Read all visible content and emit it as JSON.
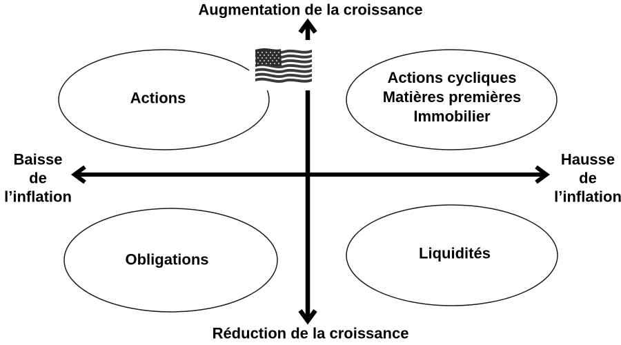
{
  "titles": {
    "top": "Augmentation de la croissance",
    "bottom": "Réduction de la croissance"
  },
  "axes": {
    "left": [
      "Baisse",
      "de",
      "l’inflation"
    ],
    "right": [
      "Hausse",
      "de",
      "l’inflation"
    ]
  },
  "quadrants": {
    "top_left": [
      "Actions"
    ],
    "top_right": [
      "Actions cycliques",
      "Matières premières",
      "Immobilier"
    ],
    "bottom_left": [
      "Obligations"
    ],
    "bottom_right": [
      "Liquidités"
    ]
  },
  "icons": {
    "flag": "us-flag-icon"
  },
  "colors": {
    "ink": "#000000",
    "background": "#ffffff",
    "ellipse_stroke": "#1a1a1a",
    "flag_dark": "#3a3a3a",
    "flag_canton": "#2d2d2d",
    "flag_star": "#dcdcdc"
  }
}
